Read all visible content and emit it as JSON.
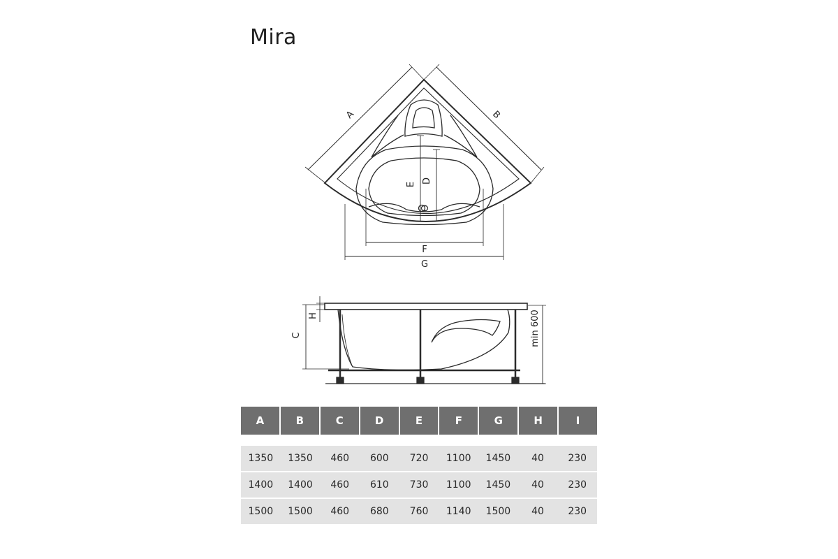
{
  "title": "Mira",
  "labels": {
    "a": "A",
    "b": "B",
    "c": "C",
    "d": "D",
    "e": "E",
    "f": "F",
    "g": "G",
    "h": "H",
    "o": "O",
    "min": "min 600"
  },
  "table": {
    "headers": [
      "A",
      "B",
      "C",
      "D",
      "E",
      "F",
      "G",
      "H",
      "I"
    ],
    "rows": [
      [
        "1350",
        "1350",
        "460",
        "600",
        "720",
        "1100",
        "1450",
        "40",
        "230"
      ],
      [
        "1400",
        "1400",
        "460",
        "610",
        "730",
        "1100",
        "1450",
        "40",
        "230"
      ],
      [
        "1500",
        "1500",
        "460",
        "680",
        "760",
        "1140",
        "1500",
        "40",
        "230"
      ]
    ]
  },
  "colors": {
    "header_bg": "#6f6f6f",
    "row_bg": "#e3e3e3",
    "line": "#2b2b2b"
  }
}
